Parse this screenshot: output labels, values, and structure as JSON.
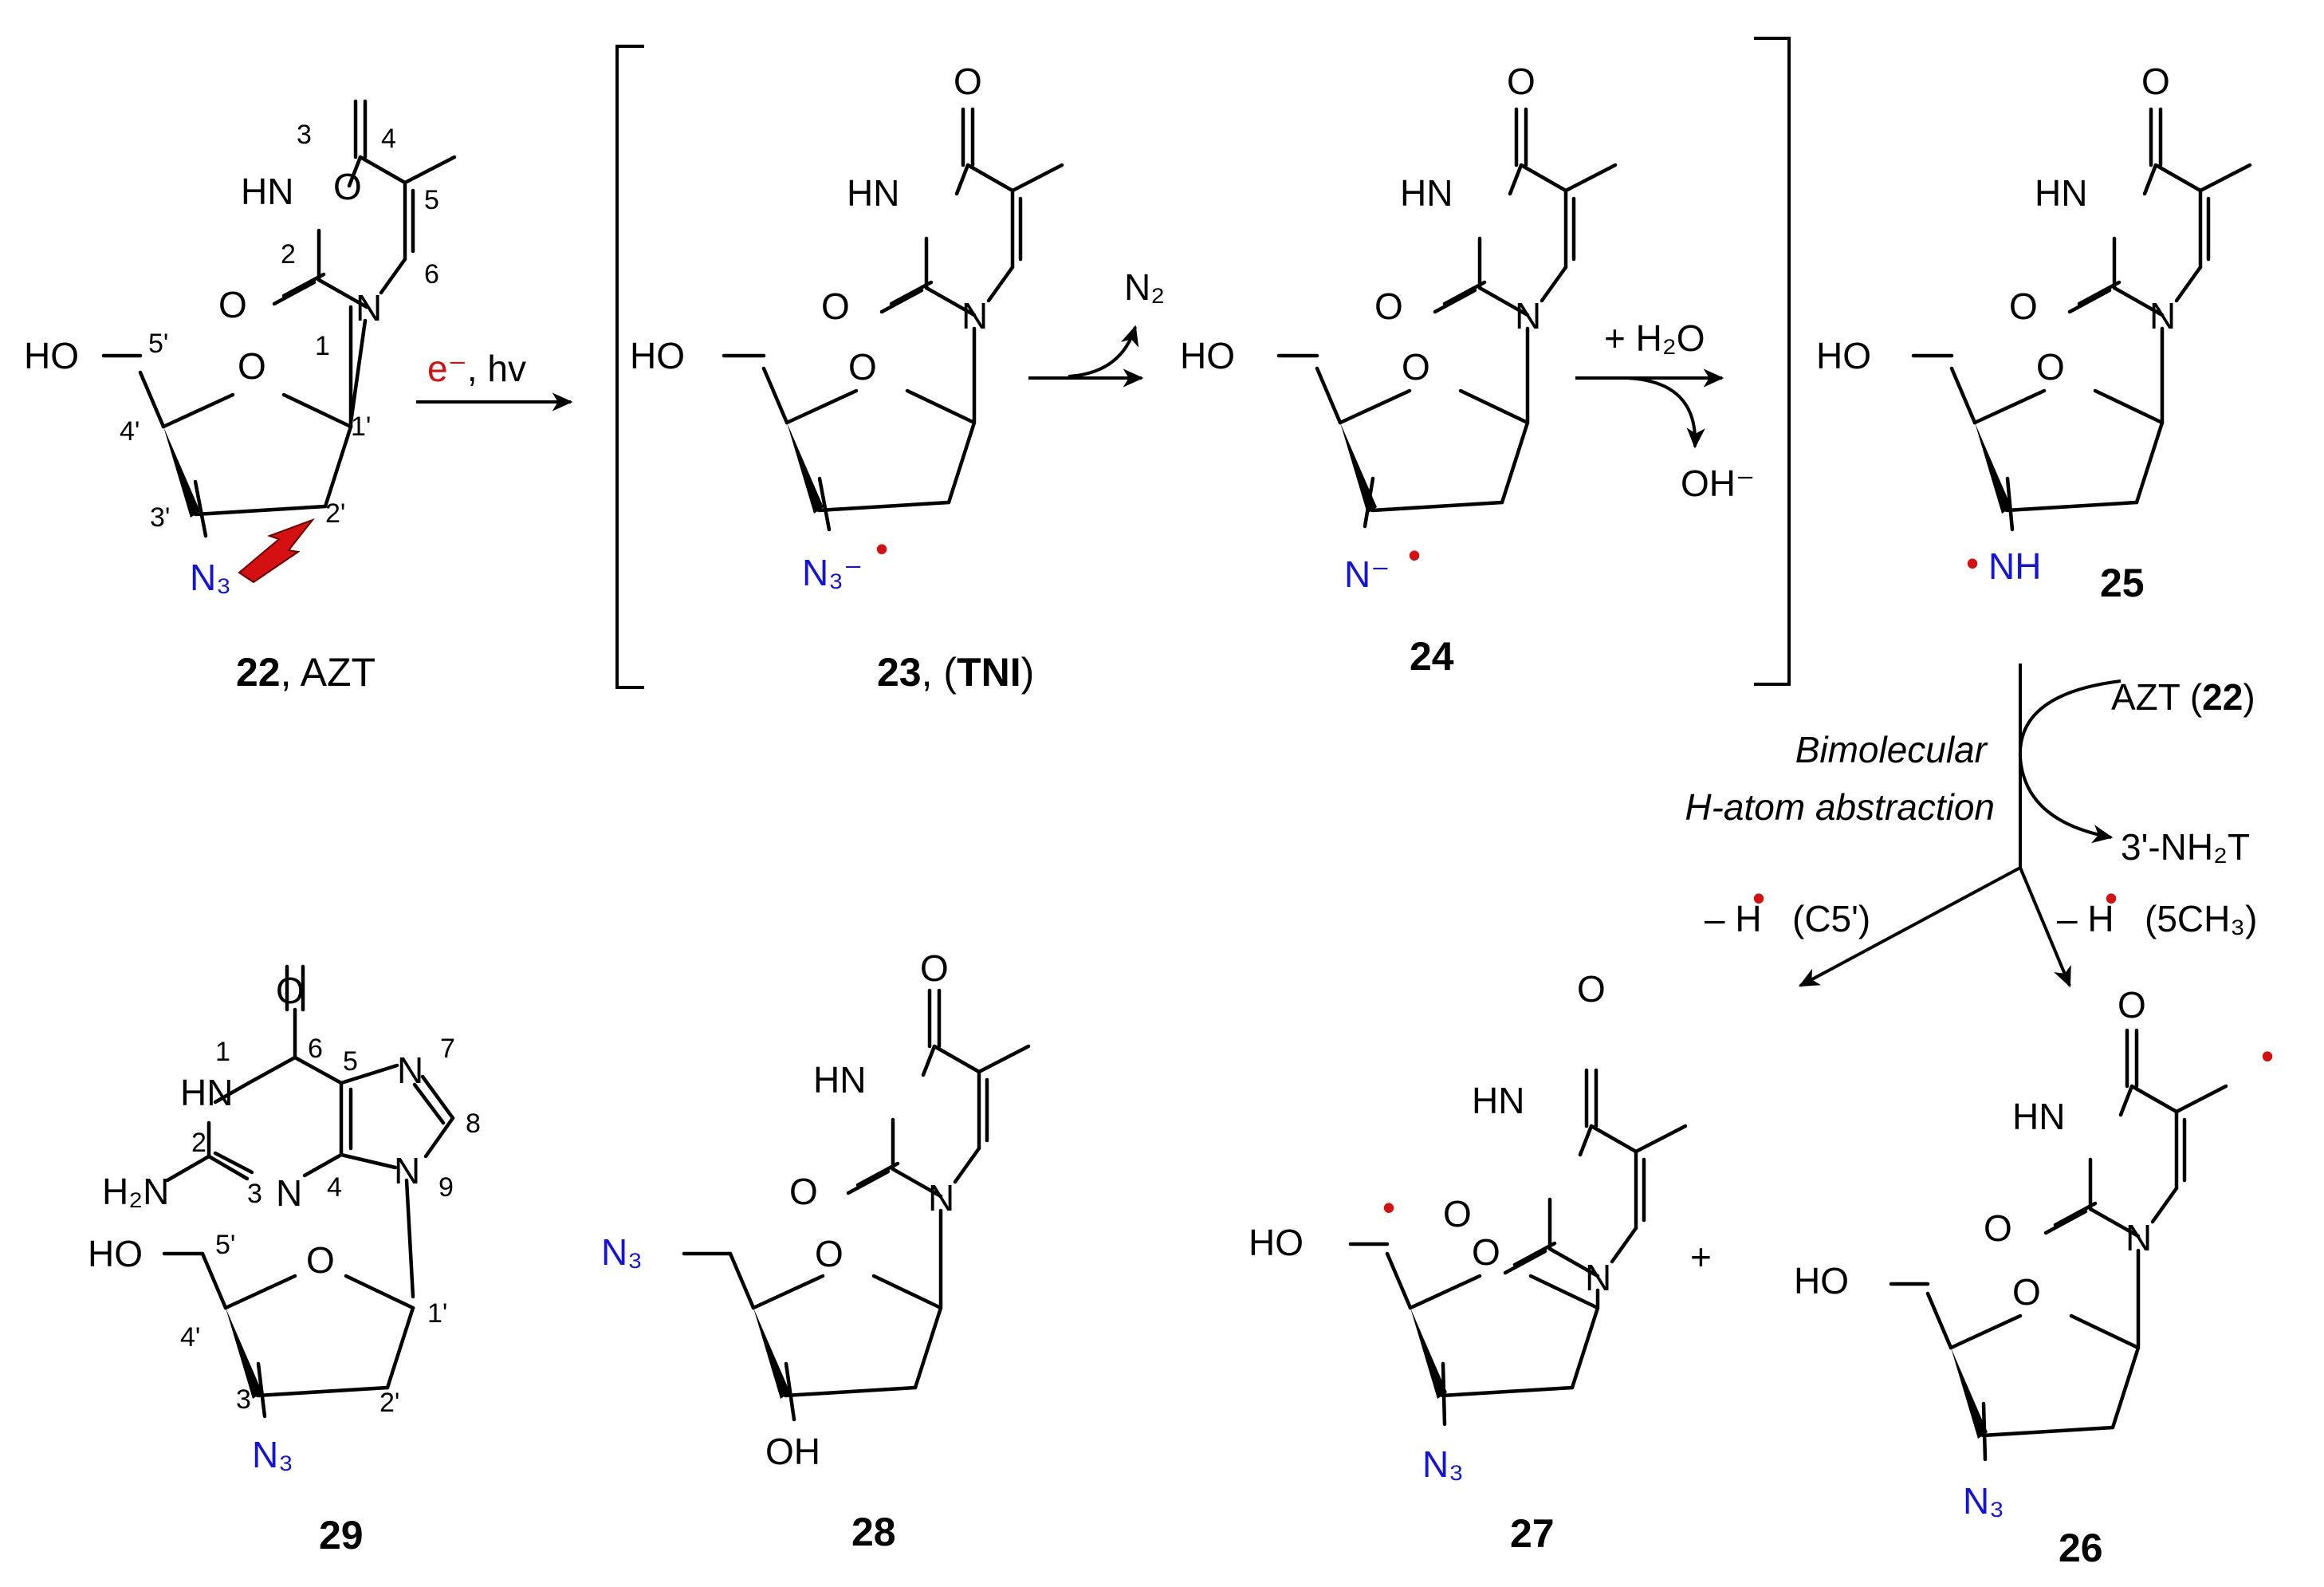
{
  "colors": {
    "azide": "#1414d8",
    "radical": "#d41010",
    "bond": "#000000"
  },
  "atoms": {
    "O": "O",
    "HN": "HN",
    "N": "N",
    "HO": "HO",
    "H2N": "H₂N",
    "OH": "OH",
    "N3": "N₃",
    "NH": "NH",
    "N_minus": "N⁻",
    "N3_minus": "N₃⁻",
    "radical_dot": "•"
  },
  "numbering": {
    "thymine": [
      "1",
      "2",
      "3",
      "4",
      "5",
      "6"
    ],
    "sugar": [
      "1'",
      "2'",
      "3'",
      "4'",
      "5'"
    ],
    "guanine": [
      "1",
      "2",
      "3",
      "4",
      "5",
      "6",
      "7",
      "8",
      "9"
    ]
  },
  "compounds": {
    "c22": {
      "num": "22",
      "suffix": ", AZT"
    },
    "c23": {
      "num": "23",
      "suffix_open": ", (",
      "bold_part": "TNI",
      "suffix_close": ")"
    },
    "c24": {
      "num": "24"
    },
    "c25": {
      "num": "25"
    },
    "c26": {
      "num": "26"
    },
    "c27": {
      "num": "27"
    },
    "c28": {
      "num": "28"
    },
    "c29": {
      "num": "29"
    }
  },
  "conditions": {
    "step1_e": "e⁻",
    "step1_hv": ", hv",
    "step2_product": "N₂",
    "step3_reagent": "+ H₂O",
    "step3_product": "OH⁻",
    "step4_reagent_text": "AZT (",
    "step4_reagent_bold": "22",
    "step4_reagent_close": ")",
    "step4_product": "3'-NH₂T",
    "step4_label_line1": "Bimolecular",
    "step4_label_line2": "H-atom abstraction",
    "branch_left": "– H",
    "branch_left_site": "(C5')",
    "branch_right": "– H",
    "branch_right_site": "(5CH₃)",
    "plus": "+"
  }
}
